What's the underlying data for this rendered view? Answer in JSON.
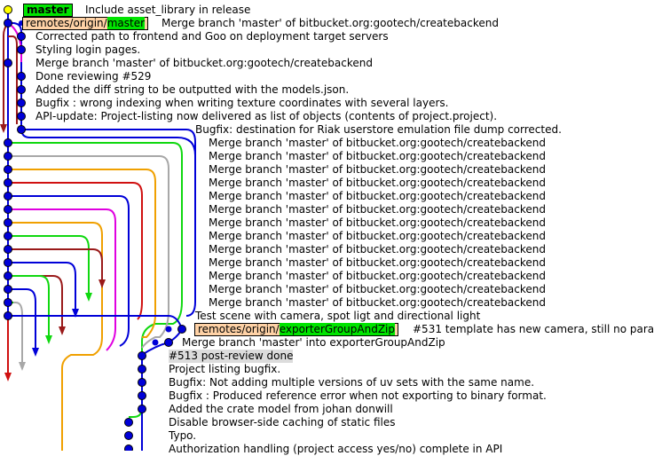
{
  "colors": {
    "blue": "#0000d8",
    "lime": "#10d810",
    "green": "#00a000",
    "gray": "#a8a8a8",
    "magenta": "#e000e0",
    "orange": "#f0a000",
    "red": "#d01010",
    "darkred": "#9a1a1a",
    "yellow": "#ffff00",
    "ref_local": "#00e400",
    "ref_remote": "#ffd2a6",
    "highlight": "#dcdcdc"
  },
  "refs": {
    "master": "master",
    "remote_master_prefix": "remotes/origin/",
    "remote_master_name": "master",
    "remote_export_prefix": "remotes/origin/",
    "remote_export_name": "exporterGroupAndZip"
  },
  "commits": [
    {
      "msg": "Include asset_library in release"
    },
    {
      "msg": "Merge branch 'master' of bitbucket.org:gootech/createbackend"
    },
    {
      "msg": "Corrected path to frontend and Goo on deployment target servers"
    },
    {
      "msg": "Styling login pages."
    },
    {
      "msg": "Merge branch 'master' of bitbucket.org:gootech/createbackend"
    },
    {
      "msg": "Done reviewing #529"
    },
    {
      "msg": "Added the diff string to be outputted with the models.json."
    },
    {
      "msg": "Bugfix : wrong indexing when writing texture coordinates with several layers."
    },
    {
      "msg": "API-update: Project-listing now delivered as list of objects (contents of project.project)."
    },
    {
      "msg": "Bugfix: destination for Riak userstore emulation file dump corrected."
    },
    {
      "msg": "Merge branch 'master' of bitbucket.org:gootech/createbackend"
    },
    {
      "msg": "Merge branch 'master' of bitbucket.org:gootech/createbackend"
    },
    {
      "msg": "Merge branch 'master' of bitbucket.org:gootech/createbackend"
    },
    {
      "msg": "Merge branch 'master' of bitbucket.org:gootech/createbackend"
    },
    {
      "msg": "Merge branch 'master' of bitbucket.org:gootech/createbackend"
    },
    {
      "msg": "Merge branch 'master' of bitbucket.org:gootech/createbackend"
    },
    {
      "msg": "Merge branch 'master' of bitbucket.org:gootech/createbackend"
    },
    {
      "msg": "Merge branch 'master' of bitbucket.org:gootech/createbackend"
    },
    {
      "msg": "Merge branch 'master' of bitbucket.org:gootech/createbackend"
    },
    {
      "msg": "Merge branch 'master' of bitbucket.org:gootech/createbackend"
    },
    {
      "msg": "Merge branch 'master' of bitbucket.org:gootech/createbackend"
    },
    {
      "msg": "Merge branch 'master' of bitbucket.org:gootech/createbackend"
    },
    {
      "msg": "Merge branch 'master' of bitbucket.org:gootech/createbackend"
    },
    {
      "msg": "Test scene with camera, spot ligt and directional light"
    },
    {
      "msg": "#531 template has new camera, still no para"
    },
    {
      "msg": "Merge branch 'master' into exporterGroupAndZip"
    },
    {
      "msg": "#513 post-review done"
    },
    {
      "msg": "Project listing bugfix."
    },
    {
      "msg": "Bugfix: Not adding multiple versions of uv sets with the same name."
    },
    {
      "msg": "Bugfix : Produced reference error when not exporting to binary format."
    },
    {
      "msg": "Added the crate model from johan donwill"
    },
    {
      "msg": "Disable browser-side caching of static files"
    },
    {
      "msg": "Typo."
    },
    {
      "msg": "Authorization handling (project access yes/no) complete in API"
    }
  ]
}
